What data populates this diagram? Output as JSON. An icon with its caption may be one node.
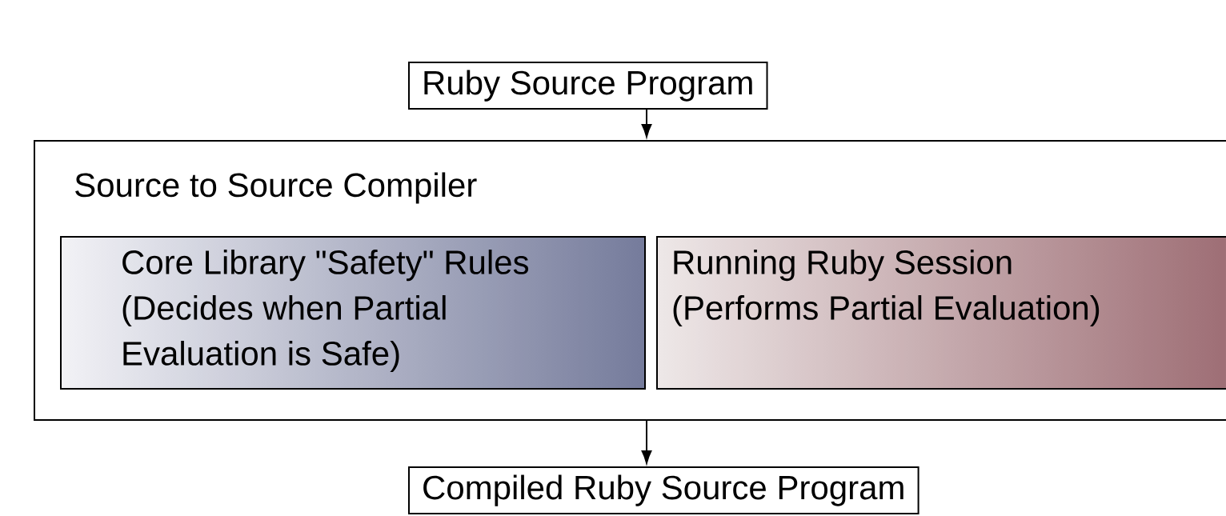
{
  "diagram": {
    "nodes": [
      {
        "text": [
          "Ruby Source Program"
        ]
      },
      {
        "text": [
          "Source to Source Compiler"
        ]
      },
      {
        "text": [
          "Core Library \"Safety\" Rules",
          "(Decides when Partial Evaluation is Safe)"
        ],
        "in": 1
      },
      {
        "text": [
          "Running Ruby Session",
          "(Performs Partial Evaluation)"
        ],
        "in": 1
      },
      {
        "text": [
          "Compiled Ruby Source Program"
        ]
      }
    ],
    "edges": [
      {
        "from": 0,
        "to": 1,
        "arrow": "to"
      },
      {
        "from": 1,
        "to": 4,
        "arrow": "to"
      }
    ]
  }
}
